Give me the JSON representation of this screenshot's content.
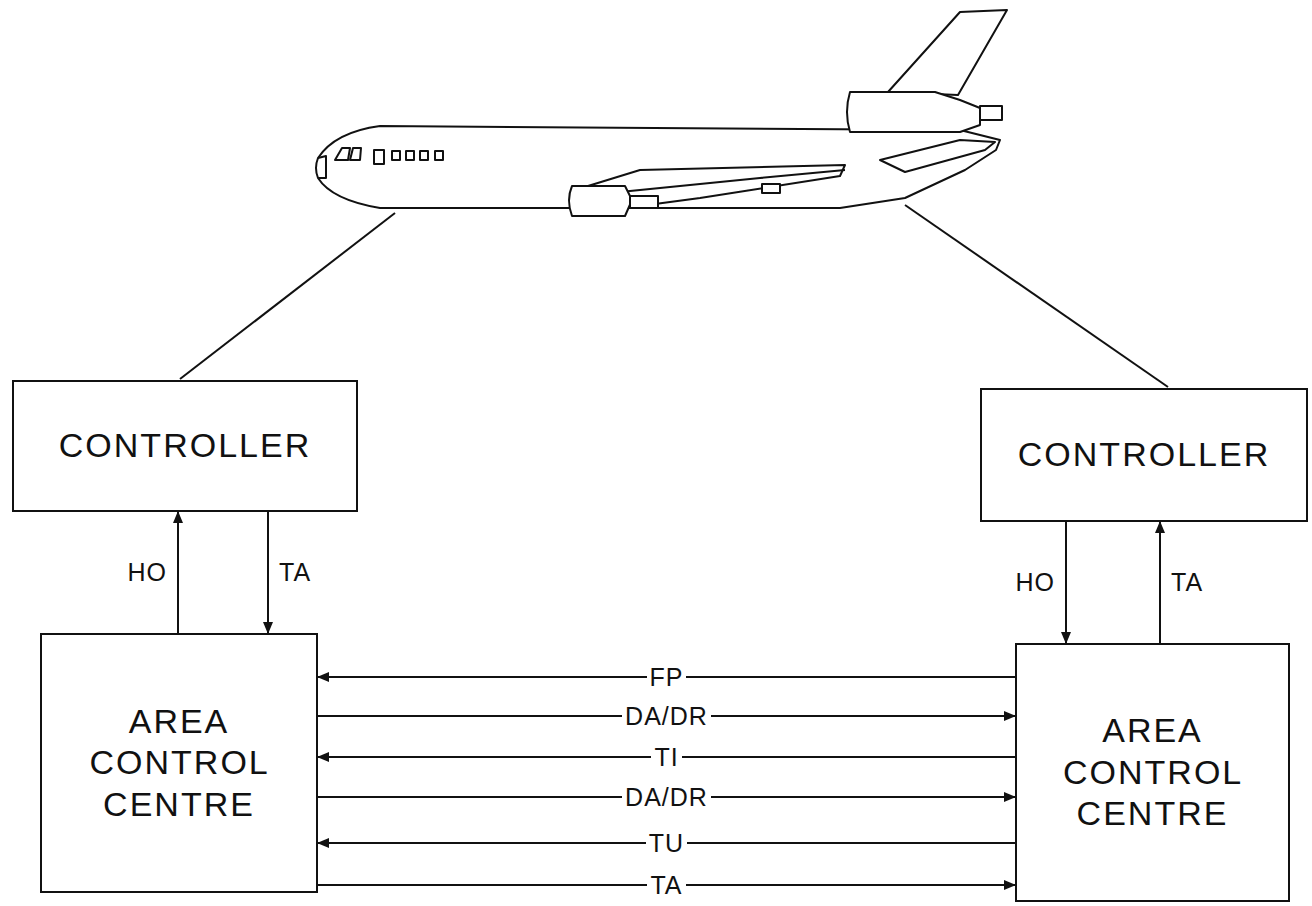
{
  "diagram": {
    "nodes": [
      {
        "text": [
          "CONTROLLER"
        ]
      },
      {
        "text": [
          "CONTROLLER"
        ]
      },
      {
        "text": [
          "AREA CONTROL CENTRE"
        ]
      },
      {
        "text": [
          "AREA CONTROL CENTRE"
        ]
      }
    ],
    "edges": [
      {
        "from": 2,
        "to": 0,
        "label": "HO",
        "arrow": "to"
      },
      {
        "from": 0,
        "to": 2,
        "label": "TA",
        "arrow": "to"
      },
      {
        "from": 1,
        "to": 3,
        "label": "HO",
        "arrow": "to"
      },
      {
        "from": 3,
        "to": 1,
        "label": "TA",
        "arrow": "to"
      },
      {
        "from": 3,
        "to": 2,
        "label": "FP",
        "arrow": "to"
      },
      {
        "from": 2,
        "to": 3,
        "label": "DA/DR",
        "arrow": "to"
      },
      {
        "from": 3,
        "to": 2,
        "label": "TI",
        "arrow": "to"
      },
      {
        "from": 2,
        "to": 3,
        "label": "DA/DR",
        "arrow": "to"
      },
      {
        "from": 3,
        "to": 2,
        "label": "TU",
        "arrow": "to"
      },
      {
        "from": 2,
        "to": 3,
        "label": "TA",
        "arrow": "to"
      }
    ]
  }
}
